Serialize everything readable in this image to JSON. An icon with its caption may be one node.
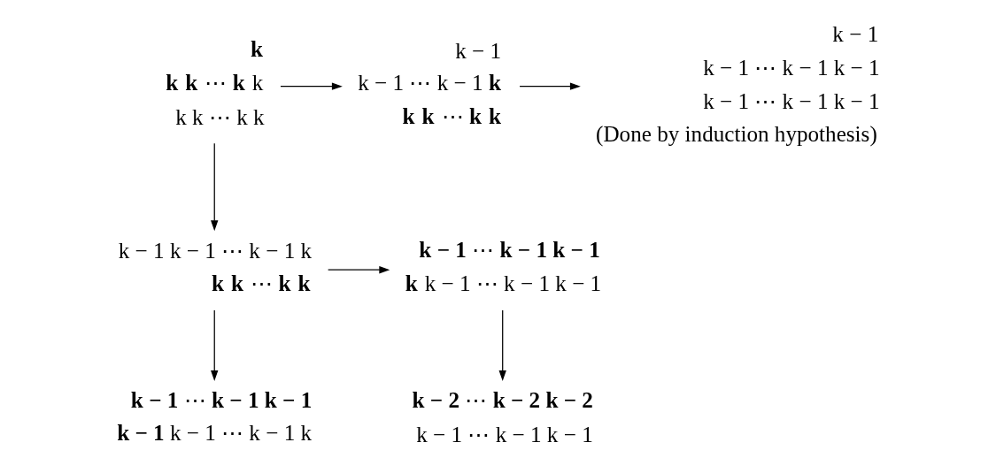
{
  "diagram": {
    "nodes": [
      {
        "text": [
          "**k**",
          "**k** **k** ⋯ **k** k",
          "k k ⋯ k k"
        ]
      },
      {
        "text": [
          "k − 1",
          "k − 1 ⋯ k − 1 **k**",
          "**k** **k** ⋯ **k** **k**"
        ]
      },
      {
        "text": [
          "k − 1",
          "k − 1 ⋯ k − 1 k − 1",
          "k − 1 ⋯ k − 1 k − 1"
        ],
        "beside": [
          "(Done by induction hypothesis)"
        ]
      },
      {
        "text": [
          "k − 1 k − 1 ⋯ k − 1 k",
          "**k** **k** ⋯ **k** **k**"
        ]
      },
      {
        "text": [
          "**k − 1** ⋯ **k − 1** **k − 1**",
          "**k** k − 1 ⋯ k − 1 k − 1"
        ]
      },
      {
        "text": [
          "**k − 1** ⋯ **k − 1** **k − 1**",
          "**k − 1** k − 1 ⋯ k − 1 k"
        ]
      },
      {
        "text": [
          "**k − 2** ⋯ **k − 2** **k − 2**",
          "k − 1 ⋯ k − 1 k − 1"
        ]
      }
    ],
    "edges": [
      {
        "from": 0,
        "to": 1,
        "arrow": "to"
      },
      {
        "from": 1,
        "to": 2,
        "arrow": "to"
      },
      {
        "from": 0,
        "to": 3,
        "arrow": "to"
      },
      {
        "from": 3,
        "to": 4,
        "arrow": "to"
      },
      {
        "from": 3,
        "to": 5,
        "arrow": "to"
      },
      {
        "from": 4,
        "to": 6,
        "arrow": "to"
      }
    ]
  }
}
